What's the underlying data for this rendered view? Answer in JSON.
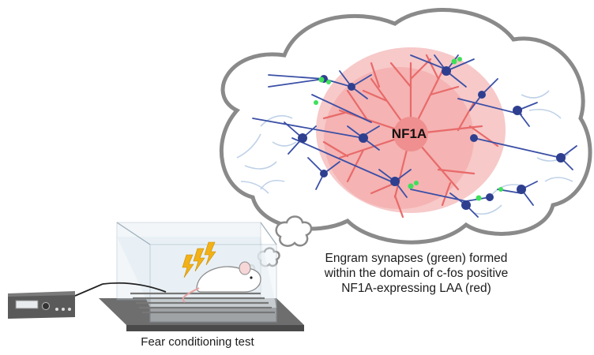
{
  "nf1a_label": "NF1A",
  "caption": {
    "line1": "Engram synapses (green) formed",
    "line2": "within the domain of c-fos positive",
    "line3": "NF1A-expressing LAA (red)"
  },
  "fear_label": "Fear conditioning test",
  "colors": {
    "astrocyte_red": "#e86a6a",
    "astrocyte_halo": "#f6c0c0",
    "neuron_blue": "#3a4fa6",
    "neuron_body": "#2f3f8f",
    "synapse_green": "#3ee05a",
    "bg_astrocyte": "#b9cde6",
    "cloud_outline": "#8a8a8a",
    "lightning": "#f2b117"
  }
}
